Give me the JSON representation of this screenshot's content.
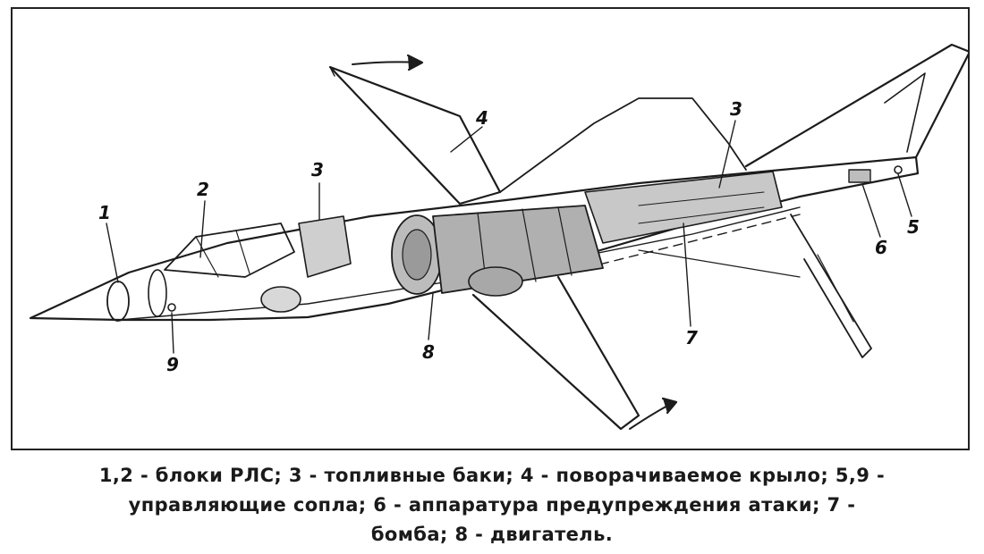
{
  "diagram": {
    "callouts": {
      "c1": "1",
      "c2": "2",
      "c3a": "3",
      "c3b": "3",
      "c4": "4",
      "c5": "5",
      "c6": "6",
      "c7": "7",
      "c8": "8",
      "c9": "9"
    }
  },
  "caption": {
    "line1": "1,2 - блоки РЛС; 3 - топливные баки; 4 - поворачиваемое крыло; 5,9 -",
    "line2": "управляющие сопла; 6 - аппаратура предупреждения атаки; 7 -",
    "line3": "бомба; 8 - двигатель."
  }
}
